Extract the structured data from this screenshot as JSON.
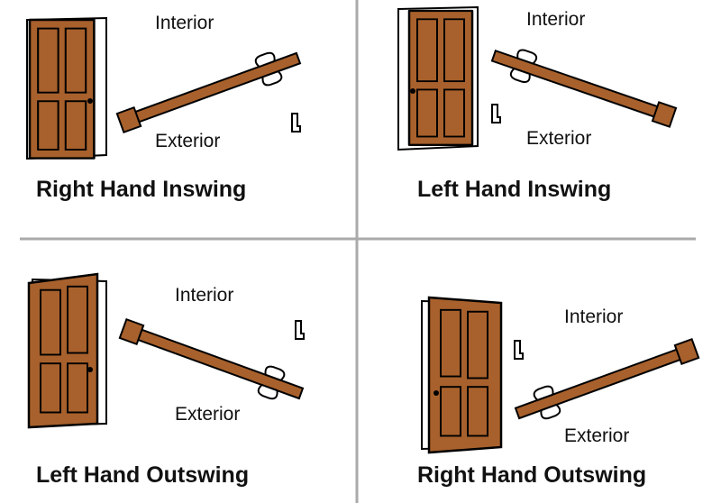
{
  "colors": {
    "door": "#a8612c",
    "outline": "#000000",
    "divider": "#aaaaaa",
    "background": "#ffffff"
  },
  "quadrants": [
    {
      "title": "Right Hand Inswing",
      "interior_label": "Interior",
      "exterior_label": "Exterior"
    },
    {
      "title": "Left Hand Inswing",
      "interior_label": "Interior",
      "exterior_label": "Exterior"
    },
    {
      "title": "Left Hand Outswing",
      "interior_label": "Interior",
      "exterior_label": "Exterior"
    },
    {
      "title": "Right Hand Outswing",
      "interior_label": "Interior",
      "exterior_label": "Exterior"
    }
  ]
}
